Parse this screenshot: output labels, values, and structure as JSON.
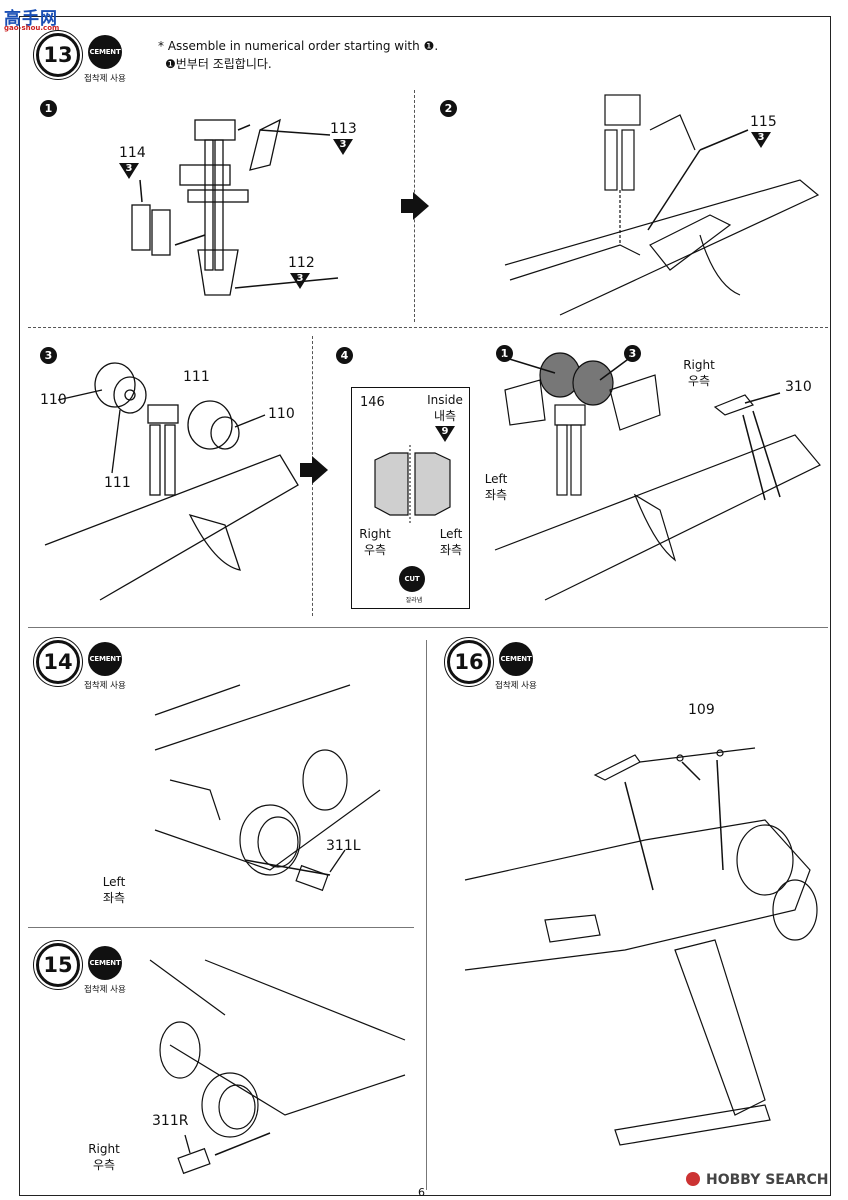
{
  "watermark": {
    "title": "高手网",
    "url": "gao-shou.com"
  },
  "footer": {
    "brand": "HOBBY SEARCH",
    "page": "6"
  },
  "instructions": {
    "note_en": "* Assemble in numerical order starting with ❶.",
    "note_ko": "❶번부터 조립합니다."
  },
  "cement": {
    "label": "CEMENT",
    "sub": "접착제 사용"
  },
  "step13": {
    "number": "13",
    "substeps": [
      "1",
      "2",
      "3",
      "4"
    ],
    "parts_1": [
      {
        "num": "113",
        "sprue": "3"
      },
      {
        "num": "114",
        "sprue": "3"
      },
      {
        "num": "112",
        "sprue": "3"
      }
    ],
    "parts_2": [
      {
        "num": "115",
        "sprue": "3"
      }
    ],
    "parts_3": [
      "110",
      "111",
      "110",
      "111"
    ],
    "detail_box": {
      "part": "146",
      "inside_en": "Inside",
      "inside_ko": "내측",
      "sprue": "9",
      "right_en": "Right",
      "right_ko": "우측",
      "left_en": "Left",
      "left_ko": "좌측",
      "cut_label": "CUT",
      "cut_sub": "잘라냄"
    },
    "sub4": {
      "marker1": "1",
      "marker3": "3",
      "right_en": "Right",
      "right_ko": "우측",
      "left_en": "Left",
      "left_ko": "좌측",
      "part": "310"
    }
  },
  "step14": {
    "number": "14",
    "part": "311L",
    "side_en": "Left",
    "side_ko": "좌측"
  },
  "step15": {
    "number": "15",
    "part": "311R",
    "side_en": "Right",
    "side_ko": "우측"
  },
  "step16": {
    "number": "16",
    "part": "109"
  }
}
